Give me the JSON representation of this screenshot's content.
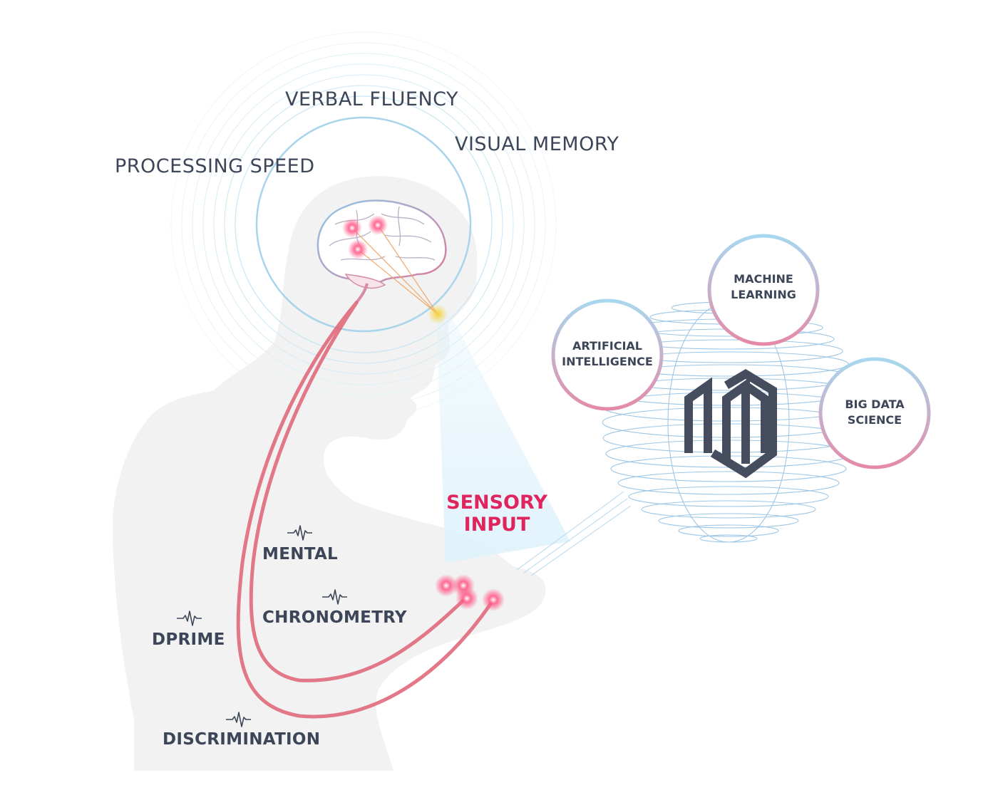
{
  "cognitive_labels": {
    "verbal_fluency": "VERBAL FLUENCY",
    "visual_memory": "VISUAL MEMORY",
    "processing_speed": "PROCESSING SPEED"
  },
  "sensory_input": {
    "line1": "SENSORY",
    "line2": "INPUT"
  },
  "metrics": {
    "mental": "MENTAL",
    "chronometry": "CHRONOMETRY",
    "dprime": "DPRIME",
    "discrimination": "DISCRIMINATION"
  },
  "technologies": {
    "machine_learning": {
      "line1": "MACHINE",
      "line2": "LEARNING"
    },
    "artificial_intelligence": {
      "line1": "ARTIFICIAL",
      "line2": "INTELLIGENCE"
    },
    "big_data_science": {
      "line1": "BIG DATA",
      "line2": "SCIENCE"
    }
  },
  "icons": [
    "waveform-icon",
    "brain-icon",
    "sparkle-icon",
    "logo-icon",
    "globe-icon"
  ],
  "colors": {
    "text": "#3d4658",
    "accent": "#e0245e",
    "nerve": "#e06a7c",
    "ring": "#a8d4ec",
    "silhouette": "#f2f2f2"
  }
}
